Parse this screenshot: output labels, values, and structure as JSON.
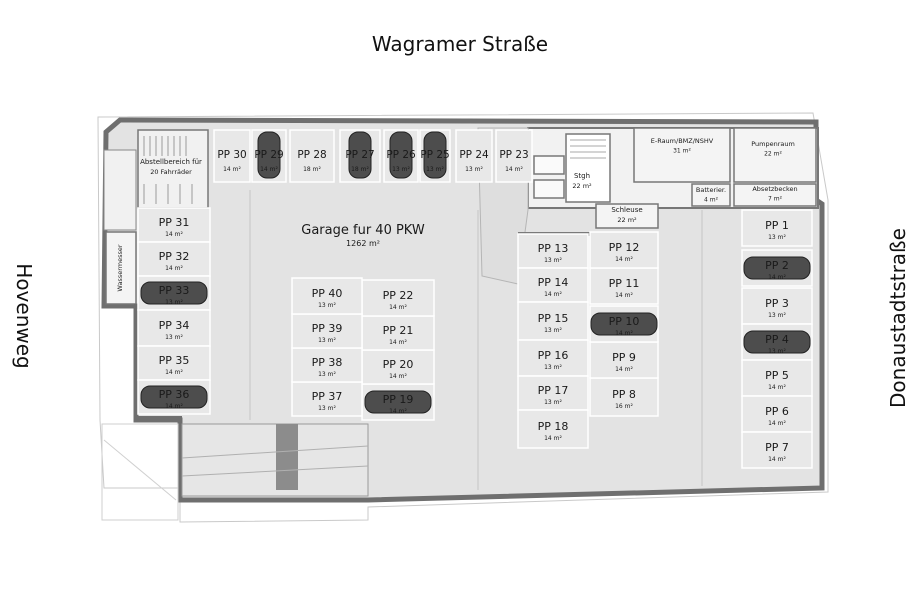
{
  "streets": {
    "top": "Wagramer Straße",
    "left": "Hovenweg",
    "right": "Donaustadtstraße"
  },
  "garage": {
    "name": "Garage fur 40 PKW",
    "area": "1262 m²"
  },
  "rooms": [
    {
      "id": "bike",
      "name": "Abstellbereich für",
      "name2": "20 Fahrräder",
      "area": ""
    },
    {
      "id": "stgh",
      "name": "Stgh",
      "area": "22 m²"
    },
    {
      "id": "eraum",
      "name": "E-Raum/BMZ/NSHV",
      "area": "31 m²"
    },
    {
      "id": "pumpen",
      "name": "Pumpenraum",
      "area": "22 m²"
    },
    {
      "id": "batt",
      "name": "Batterier.",
      "area": "4 m²"
    },
    {
      "id": "absetz",
      "name": "Absetzbecken",
      "area": "7 m²"
    },
    {
      "id": "schleuse",
      "name": "Schleuse",
      "area": "22 m²"
    },
    {
      "id": "wasser",
      "name": "Wassermesser",
      "area": ""
    }
  ],
  "spots": [
    {
      "id": "PP 1",
      "area": "13 m²",
      "car": false
    },
    {
      "id": "PP 2",
      "area": "14 m²",
      "car": true
    },
    {
      "id": "PP 3",
      "area": "13 m²",
      "car": false
    },
    {
      "id": "PP 4",
      "area": "13 m²",
      "car": true
    },
    {
      "id": "PP 5",
      "area": "14 m²",
      "car": false
    },
    {
      "id": "PP 6",
      "area": "14 m²",
      "car": false
    },
    {
      "id": "PP 7",
      "area": "14 m²",
      "car": false
    },
    {
      "id": "PP 8",
      "area": "16 m²",
      "car": false
    },
    {
      "id": "PP 9",
      "area": "14 m²",
      "car": false
    },
    {
      "id": "PP 10",
      "area": "14 m²",
      "car": true
    },
    {
      "id": "PP 11",
      "area": "14 m²",
      "car": false
    },
    {
      "id": "PP 12",
      "area": "14 m²",
      "car": false
    },
    {
      "id": "PP 13",
      "area": "13 m²",
      "car": false
    },
    {
      "id": "PP 14",
      "area": "14 m²",
      "car": false
    },
    {
      "id": "PP 15",
      "area": "13 m²",
      "car": false
    },
    {
      "id": "PP 16",
      "area": "13 m²",
      "car": false
    },
    {
      "id": "PP 17",
      "area": "13 m²",
      "car": false
    },
    {
      "id": "PP 18",
      "area": "14 m²",
      "car": false
    },
    {
      "id": "PP 19",
      "area": "14 m²",
      "car": true
    },
    {
      "id": "PP 20",
      "area": "14 m²",
      "car": false
    },
    {
      "id": "PP 21",
      "area": "14 m²",
      "car": false
    },
    {
      "id": "PP 22",
      "area": "14 m²",
      "car": false
    },
    {
      "id": "PP 23",
      "area": "14 m²",
      "car": false
    },
    {
      "id": "PP 24",
      "area": "13 m²",
      "car": false
    },
    {
      "id": "PP 25",
      "area": "13 m²",
      "car": true
    },
    {
      "id": "PP 26",
      "area": "13 m²",
      "car": true
    },
    {
      "id": "PP 27",
      "area": "18 m²",
      "car": true
    },
    {
      "id": "PP 28",
      "area": "18 m²",
      "car": false
    },
    {
      "id": "PP 29",
      "area": "14 m²",
      "car": true
    },
    {
      "id": "PP 30",
      "area": "14 m²",
      "car": false
    },
    {
      "id": "PP 31",
      "area": "14 m²",
      "car": false
    },
    {
      "id": "PP 32",
      "area": "14 m²",
      "car": false
    },
    {
      "id": "PP 33",
      "area": "13 m²",
      "car": true
    },
    {
      "id": "PP 34",
      "area": "13 m²",
      "car": false
    },
    {
      "id": "PP 35",
      "area": "14 m²",
      "car": false
    },
    {
      "id": "PP 36",
      "area": "14 m²",
      "car": true
    },
    {
      "id": "PP 37",
      "area": "13 m²",
      "car": false
    },
    {
      "id": "PP 38",
      "area": "13 m²",
      "car": false
    },
    {
      "id": "PP 39",
      "area": "13 m²",
      "car": false
    },
    {
      "id": "PP 40",
      "area": "13 m²",
      "car": false
    }
  ]
}
